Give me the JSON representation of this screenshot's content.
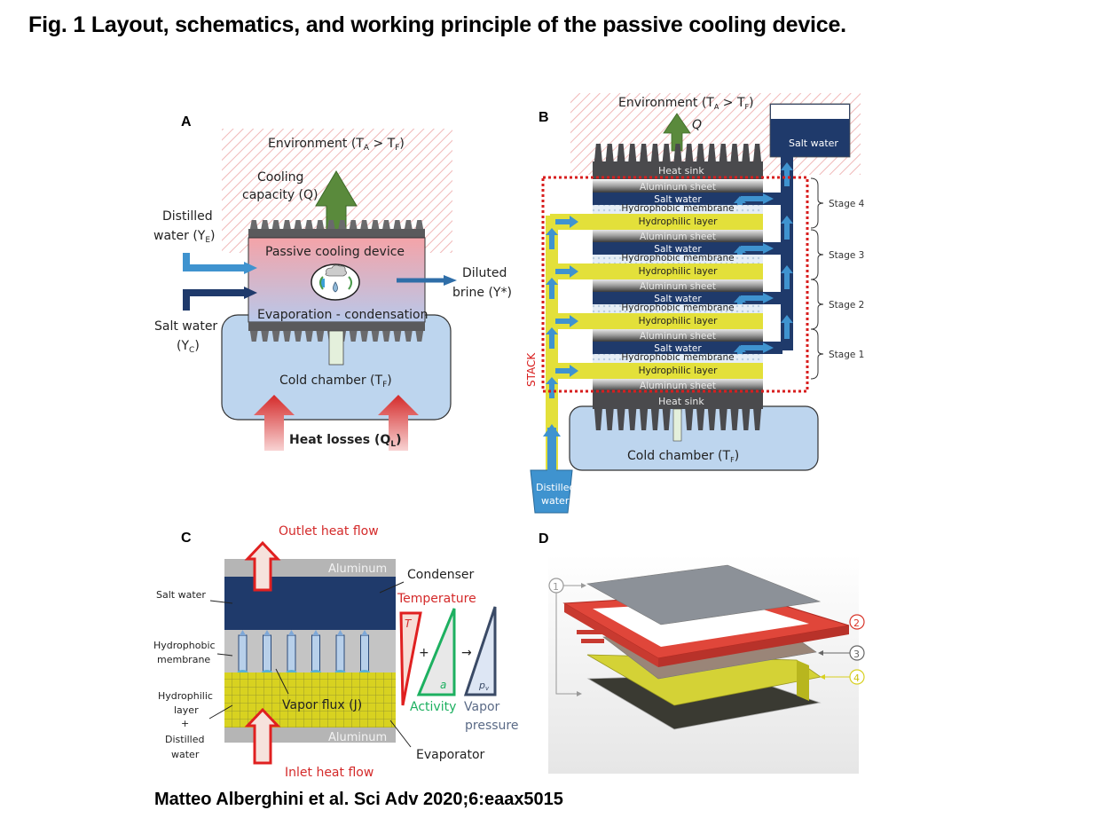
{
  "figure": {
    "title": "Fig. 1 Layout, schematics, and working principle of the passive cooling device.",
    "citation": "Matteo Alberghini et al. Sci Adv 2020;6:eaax5015"
  },
  "colors": {
    "salt_water": "#1f3a6b",
    "arrow_blue": "#3f93cf",
    "hydrophilic": "#e3e03a",
    "heat_sink": "#555558",
    "cold_chamber": "#bdd5ee",
    "cooling_arrow": "#5a8a3c",
    "heat_red": "#e02020",
    "activity_green": "#1db060",
    "stack_red": "#d81e1e"
  },
  "panel_a": {
    "letter": "A",
    "environment": "Environment (T",
    "environment_sub_a": "A",
    "environment_mid": " > T",
    "environment_sub_f": "F",
    "environment_end": ")",
    "cooling_1": "Cooling",
    "cooling_2": "capacity (Q)",
    "distilled_1": "Distilled",
    "distilled_2": "water (Y",
    "distilled_sub": "E",
    "device": "Passive cooling device",
    "evap_cond": "Evaporation - condensation",
    "diluted_1": "Diluted",
    "diluted_2": "brine (Y*)",
    "salt_1": "Salt water",
    "salt_2": "(Y",
    "salt_sub": "C",
    "cold_chamber": "Cold chamber (T",
    "cold_chamber_sub": "F",
    "heat_losses": "Heat losses (Q",
    "heat_losses_sub": "L"
  },
  "panel_b": {
    "letter": "B",
    "environment": "Environment (T",
    "environment_sub_a": "A",
    "environment_mid": " > T",
    "environment_sub_f": "F",
    "environment_end": ")",
    "q": "Q",
    "reservoir": "Salt water",
    "heat_sink_top": "Heat sink",
    "heat_sink_bottom": "Heat sink",
    "stack": "STACK",
    "cold_chamber": "Cold chamber (T",
    "cold_chamber_sub": "F",
    "distilled_1": "Distilled",
    "distilled_2": "water",
    "layers": {
      "aluminum": "Aluminum sheet",
      "salt": "Salt water",
      "membrane": "Hydrophobic membrane",
      "hydrophilic": "Hydrophilic layer"
    },
    "stages": [
      "Stage 4",
      "Stage 3",
      "Stage 2",
      "Stage 1"
    ]
  },
  "panel_c": {
    "letter": "C",
    "outlet": "Outlet heat flow",
    "inlet": "Inlet heat flow",
    "aluminum_top": "Aluminum",
    "aluminum_bottom": "Aluminum",
    "condenser": "Condenser",
    "evaporator": "Evaporator",
    "salt_water": "Salt water",
    "hydrophobic_1": "Hydrophobic",
    "hydrophobic_2": "membrane",
    "hydrophilic_1": "Hydrophilic",
    "hydrophilic_2": "layer",
    "hydrophilic_3": "+",
    "hydrophilic_4": "Distilled",
    "hydrophilic_5": "water",
    "vapor_flux": "Vapor flux (J)",
    "temperature": "Temperature",
    "t_symbol": "T",
    "plus": "+",
    "arrow": "→",
    "a_symbol": "a",
    "activity": "Activity",
    "pv_symbol": "p",
    "pv_sub": "v",
    "vapor_1": "Vapor",
    "vapor_2": "pressure"
  },
  "panel_d": {
    "letter": "D",
    "callouts": [
      "1",
      "2",
      "3",
      "4"
    ]
  }
}
